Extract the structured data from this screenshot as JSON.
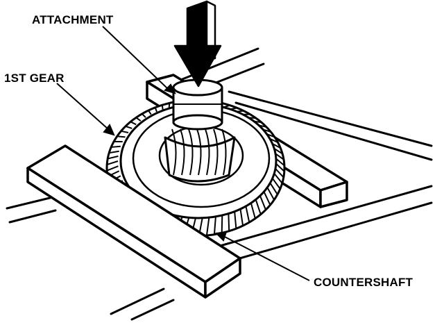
{
  "labels": {
    "attachment": "ATTACHMENT",
    "first_gear": "1ST GEAR",
    "countershaft": "COUNTERSHAFT"
  },
  "colors": {
    "ink": "#000000",
    "paper": "#ffffff"
  }
}
